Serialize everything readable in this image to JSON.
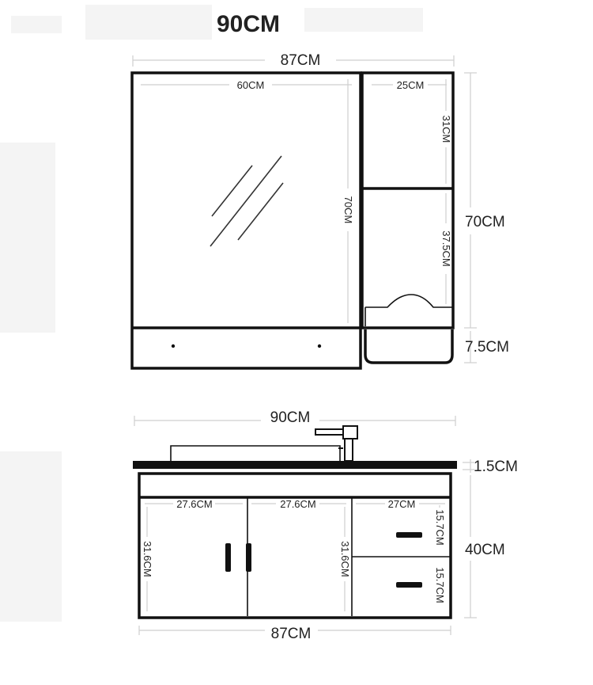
{
  "title": "90CM",
  "mirror_cabinet": {
    "overall_width": "87CM",
    "mirror_width": "60CM",
    "mirror_height": "70CM",
    "shelf_width": "25CM",
    "upper_shelf_height": "31CM",
    "lower_shelf_height": "37.5CM",
    "total_height": "70CM",
    "bottom_height": "7.5CM"
  },
  "vanity": {
    "overall_width": "90CM",
    "countertop_thickness": "1.5CM",
    "door_width_left": "27.6CM",
    "door_width_right": "27.6CM",
    "drawer_width": "27CM",
    "door_height_left": "31.6CM",
    "door_height_right": "31.6CM",
    "drawer_height_top": "15.7CM",
    "drawer_height_bottom": "15.7CM",
    "cabinet_height": "40CM",
    "body_width": "87CM"
  },
  "colors": {
    "outline": "#111111",
    "dimension_line": "#cfcfcf",
    "text": "#222222",
    "background": "#ffffff"
  }
}
